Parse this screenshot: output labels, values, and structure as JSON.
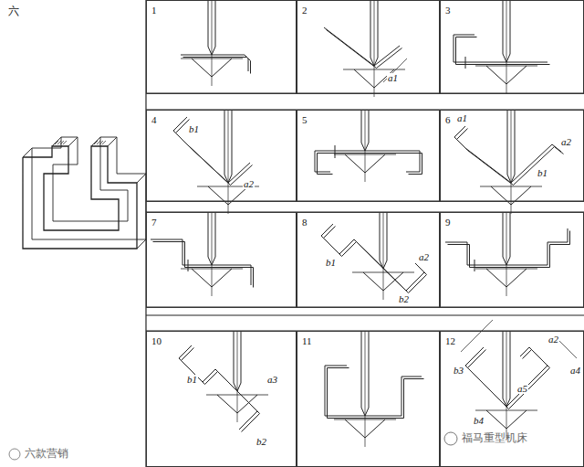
{
  "diagram": {
    "nodes": [
      {
        "text": [
          "1"
        ]
      },
      {
        "text": [
          "2"
        ]
      },
      {
        "text": [
          "3"
        ]
      },
      {
        "text": [
          "4"
        ]
      },
      {
        "text": [
          "5"
        ]
      },
      {
        "text": [
          "6"
        ]
      },
      {
        "text": [
          "7"
        ]
      },
      {
        "text": [
          "8"
        ]
      },
      {
        "text": [
          "9"
        ]
      },
      {
        "text": [
          "10"
        ]
      },
      {
        "text": [
          "11"
        ]
      },
      {
        "text": [
          "12"
        ]
      }
    ],
    "labels": [
      "六",
      "a1",
      "b1",
      "a2",
      "a1",
      "a2",
      "b1",
      "b1",
      "a2",
      "b2",
      "b1",
      "a3",
      "b2",
      "b3",
      "a2",
      "a5",
      "a4",
      "b4",
      "福马重型机床",
      "六款营销"
    ]
  }
}
